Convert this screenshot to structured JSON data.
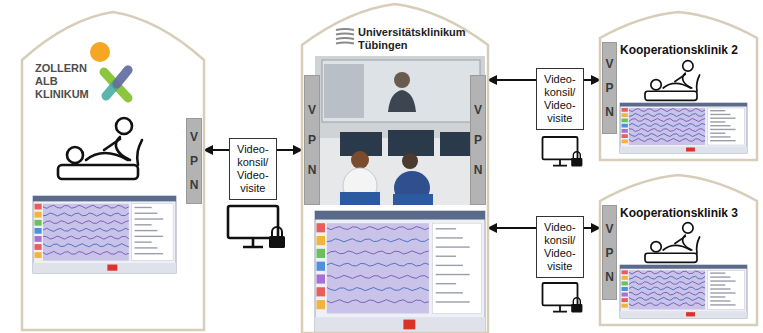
{
  "diagram": {
    "nodes": [
      {
        "text": [
          "ZOLLERN ALB KLINIKUM"
        ]
      },
      {
        "text": [
          "V P N"
        ],
        "in": 0
      },
      {
        "text": [
          "Universitätsklinikum Tübingen"
        ]
      },
      {
        "text": [
          "V P N"
        ],
        "in": 2
      },
      {
        "text": [
          "V P N"
        ],
        "in": 2
      },
      {
        "text": [
          "Kooperationsklinik 2"
        ]
      },
      {
        "text": [
          "V P N"
        ],
        "in": 5
      },
      {
        "text": [
          "Kooperationsklinik 3"
        ]
      },
      {
        "text": [
          "V P N"
        ],
        "in": 7
      }
    ],
    "edges": [
      {
        "from": 0,
        "to": 2,
        "arrow": "both",
        "label": "Video- konsil/ Video- visite"
      },
      {
        "from": 2,
        "to": 5,
        "arrow": "both",
        "label": "Video- konsil/ Video- visite"
      },
      {
        "from": 2,
        "to": 7,
        "arrow": "both",
        "label": "Video- konsil/ Video- visite"
      }
    ]
  }
}
